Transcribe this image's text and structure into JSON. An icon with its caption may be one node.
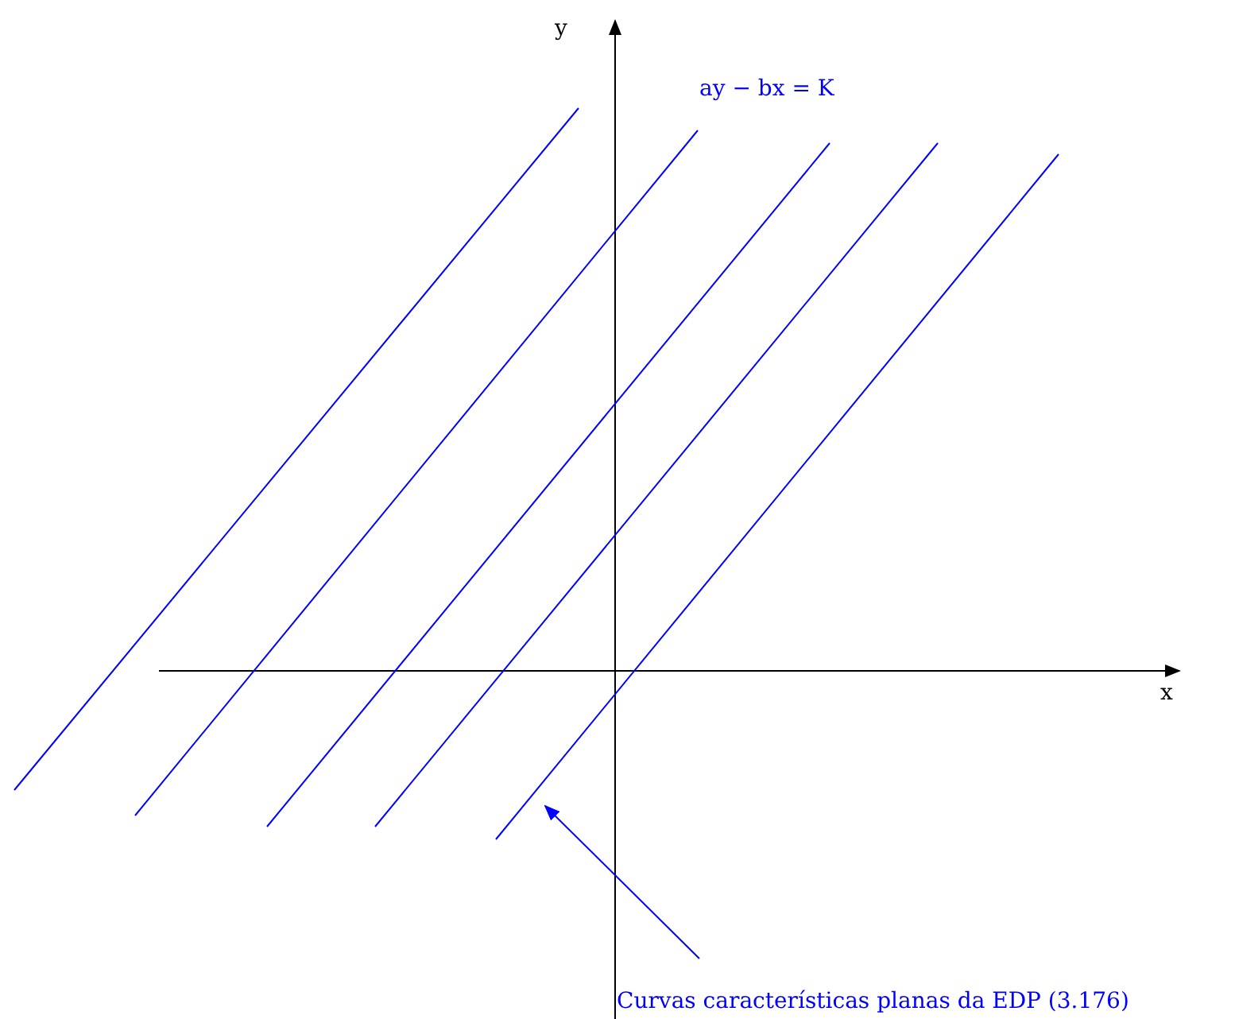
{
  "diagram": {
    "nodes": [
      {
        "text": [
          "Curvas características planas da EDP (3.176)"
        ]
      },
      {
        "text": [],
        "shape": "line"
      }
    ],
    "edges": [
      {
        "from": 0,
        "to": 1,
        "arrow": "to"
      }
    ],
    "labels": [
      "y",
      "ay − bx = K",
      "x"
    ]
  }
}
